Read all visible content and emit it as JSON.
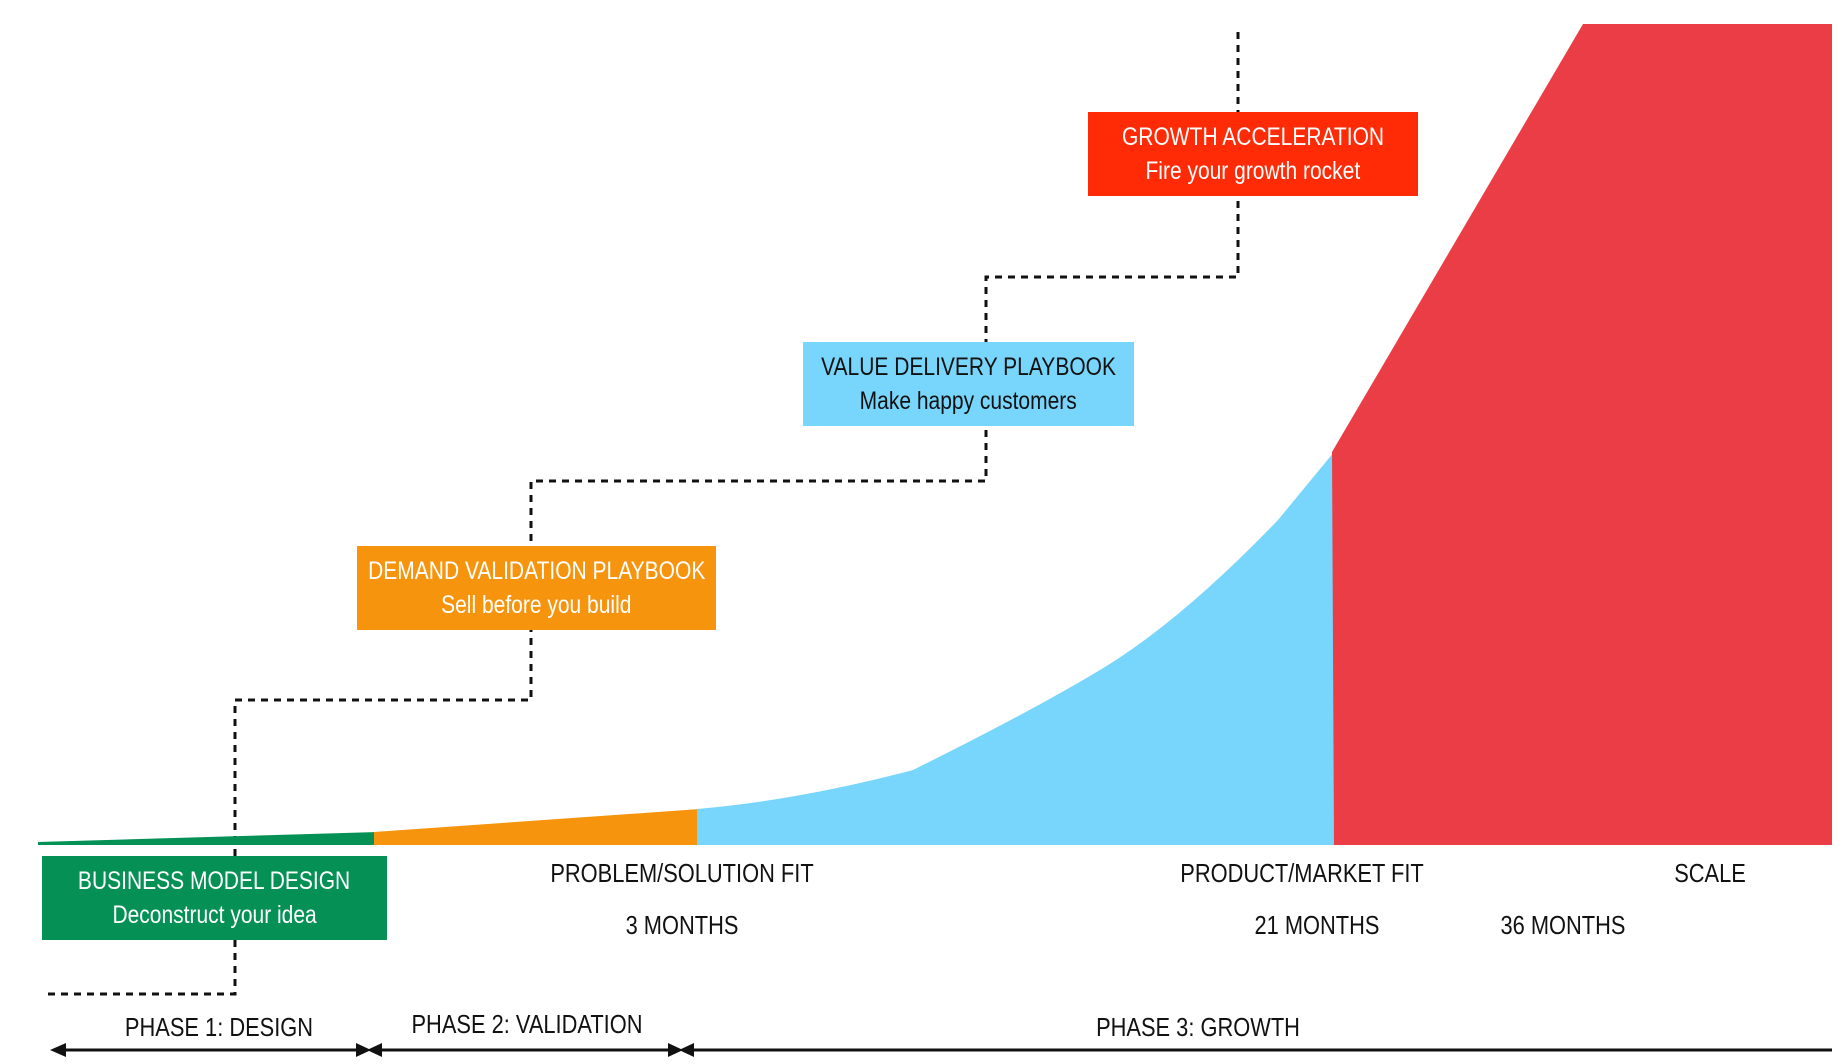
{
  "stages": [
    {
      "title": "BUSINESS MODEL DESIGN",
      "subtitle": "Deconstruct your idea",
      "color": "#059155",
      "text_color": "#ffffff"
    },
    {
      "title": "DEMAND VALIDATION PLAYBOOK",
      "subtitle": "Sell before you build",
      "color": "#f7940d",
      "text_color": "#ffffff"
    },
    {
      "title": "VALUE DELIVERY PLAYBOOK",
      "subtitle": "Make happy customers",
      "color": "#78d5fb",
      "text_color": "#111111"
    },
    {
      "title": "GROWTH ACCELERATION",
      "subtitle": "Fire your growth rocket",
      "color": "#ff2a06",
      "text_color": "#ffffff"
    }
  ],
  "milestones": {
    "problem_solution_fit": "PROBLEM/SOLUTION FIT",
    "product_market_fit": "PRODUCT/MARKET FIT",
    "scale": "SCALE"
  },
  "durations": {
    "three_months": "3 MONTHS",
    "twentyone_months": "21 MONTHS",
    "thirtysix_months": "36 MONTHS"
  },
  "phases": {
    "phase1": "PHASE 1: DESIGN",
    "phase2": "PHASE 2: VALIDATION",
    "phase3": "PHASE 3: GROWTH"
  },
  "colors": {
    "scale_red": "#ea3d45",
    "arrow_black": "#111111"
  }
}
